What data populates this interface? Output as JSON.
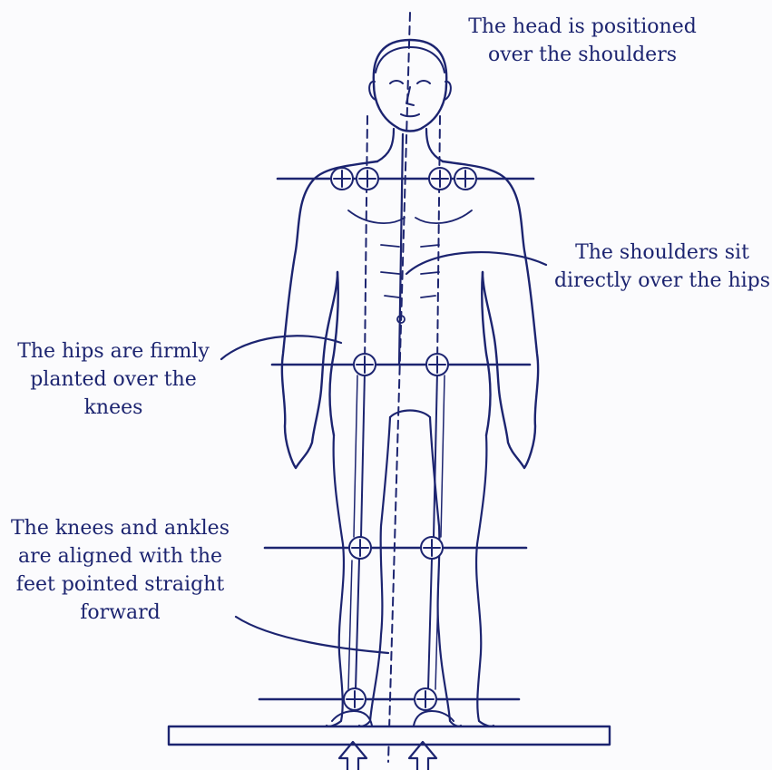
{
  "annotations": {
    "head": "The head is positioned\nover the shoulders",
    "shoulders": "The shoulders sit\ndirectly over the hips",
    "hips": "The hips are firmly\nplanted over the\nknees",
    "knees": "The knees and ankles\nare aligned with the\nfeet pointed straight\nforward"
  },
  "colors": {
    "ink": "#1c2470",
    "paper": "#fbfbfd"
  },
  "icons": {
    "joint_marker": "circle-plus-icon",
    "force_arrow": "up-arrow-icon"
  }
}
